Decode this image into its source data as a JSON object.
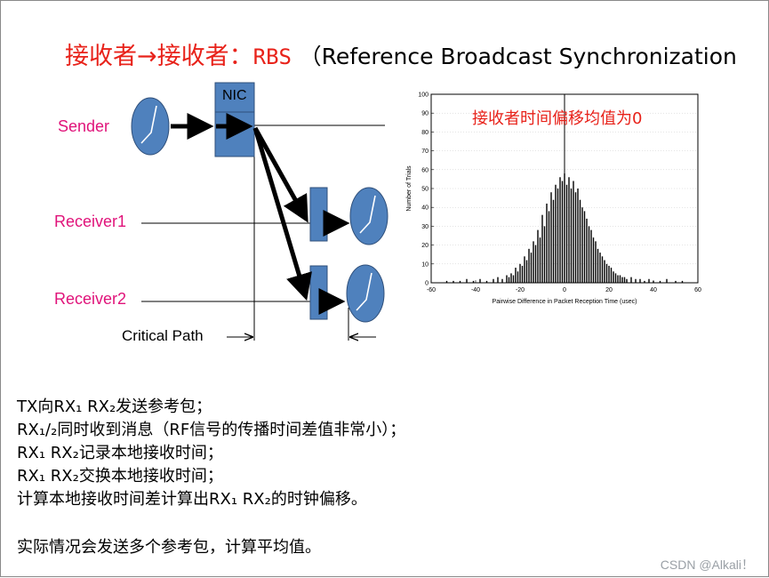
{
  "title": {
    "part1": "接收者→接收者",
    "sep": "：",
    "rbs": "RBS",
    "paren": "（Reference Broadcast Synchronization"
  },
  "diagram": {
    "nic": "NIC",
    "sender": "Sender",
    "receiver1": "Receiver1",
    "receiver2": "Receiver2",
    "critical_path": "Critical Path"
  },
  "histogram": {
    "overlay_label": "接收者时间偏移均值为0",
    "xlabel": "Pairwise Difference in Packet Reception Time (usec)",
    "ylabel": "Number of Trials",
    "x_ticks": [
      "-60",
      "-40",
      "-20",
      "0",
      "20",
      "40",
      "60"
    ],
    "y_ticks": [
      "0",
      "10",
      "20",
      "30",
      "40",
      "50",
      "60",
      "70",
      "80",
      "90",
      "100"
    ]
  },
  "chart_data": {
    "type": "bar",
    "xlabel": "Pairwise Difference in Packet Reception Time (usec)",
    "ylabel": "Number of Trials",
    "xlim": [
      -60,
      60
    ],
    "ylim": [
      0,
      100
    ],
    "x": [
      -53,
      -50,
      -47,
      -44,
      -41,
      -38,
      -35,
      -32,
      -30,
      -28,
      -26,
      -25,
      -24,
      -23,
      -22,
      -21,
      -20,
      -19,
      -18,
      -17,
      -16,
      -15,
      -14,
      -13,
      -12,
      -11,
      -10,
      -9,
      -8,
      -7,
      -6,
      -5,
      -4,
      -3,
      -2,
      -1,
      0,
      1,
      2,
      3,
      4,
      5,
      6,
      7,
      8,
      9,
      10,
      11,
      12,
      13,
      14,
      15,
      16,
      17,
      18,
      19,
      20,
      21,
      22,
      23,
      24,
      25,
      26,
      27,
      28,
      30,
      32,
      34,
      36,
      38,
      40,
      43,
      46,
      50,
      53
    ],
    "values": [
      1,
      1,
      1,
      2,
      1,
      2,
      1,
      2,
      3,
      2,
      4,
      3,
      5,
      4,
      8,
      6,
      10,
      9,
      14,
      12,
      18,
      16,
      22,
      20,
      28,
      24,
      36,
      30,
      42,
      38,
      48,
      44,
      52,
      50,
      56,
      54,
      58,
      52,
      56,
      50,
      54,
      48,
      50,
      44,
      40,
      38,
      34,
      30,
      28,
      24,
      22,
      18,
      16,
      14,
      12,
      10,
      9,
      8,
      6,
      5,
      4,
      4,
      3,
      3,
      2,
      3,
      2,
      2,
      1,
      2,
      1,
      1,
      2,
      1,
      1
    ],
    "series": [
      {
        "name": "",
        "values": []
      }
    ]
  },
  "bullets": [
    "TX向RX₁ RX₂发送参考包；",
    "RX₁/₂同时收到消息（RF信号的传播时间差值非常小）；",
    "RX₁ RX₂记录本地接收时间；",
    "RX₁ RX₂交换本地接收时间；",
    "计算本地接收时间差计算出RX₁ RX₂的时钟偏移。"
  ],
  "note": "实际情况会发送多个参考包，计算平均值。",
  "watermark": "CSDN @Alkali！",
  "colors": {
    "title_red": "#e8221a",
    "label_pink": "#e0137a",
    "block_blue": "#4f81bd",
    "block_border": "#2f4f7a"
  }
}
